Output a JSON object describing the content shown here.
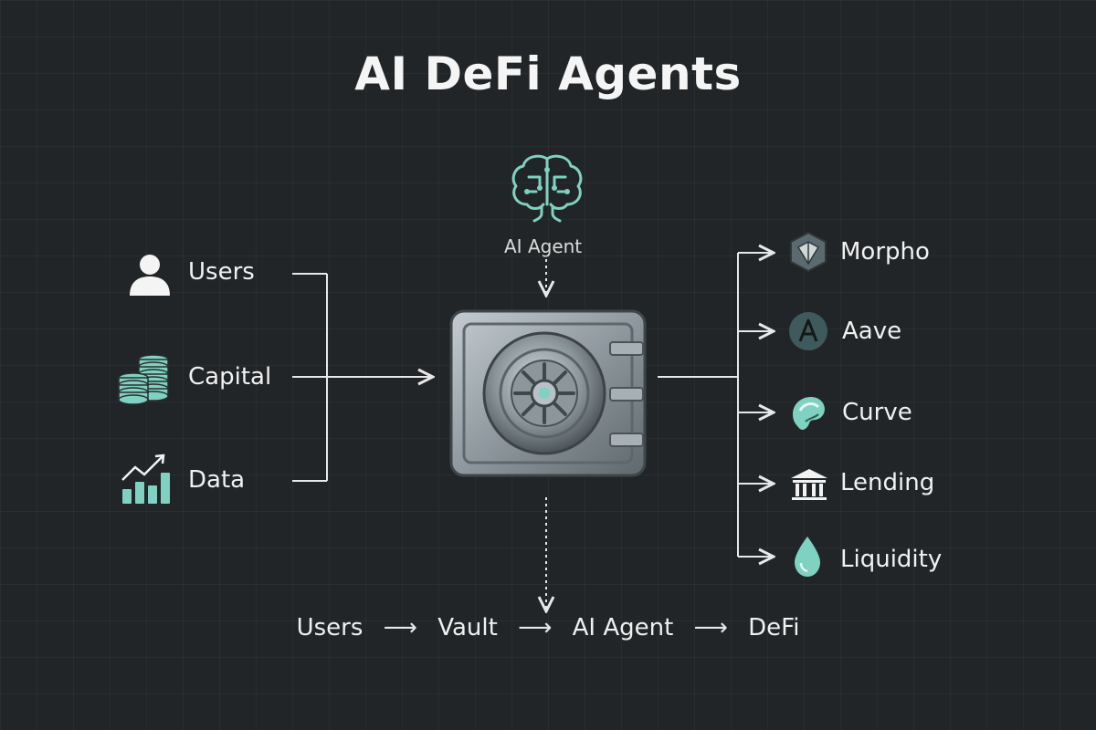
{
  "title": "AI DeFi Agents",
  "agent": {
    "label": "AI Agent",
    "icon": "brain-circuit-icon"
  },
  "vault": {
    "icon": "vault-icon"
  },
  "inputs": [
    {
      "label": "Users",
      "icon": "user-icon"
    },
    {
      "label": "Capital",
      "icon": "coin-stack-icon"
    },
    {
      "label": "Data",
      "icon": "bar-chart-icon"
    }
  ],
  "outputs": [
    {
      "label": "Morpho",
      "icon": "morpho-logo-icon"
    },
    {
      "label": "Aave",
      "icon": "aave-logo-icon"
    },
    {
      "label": "Curve",
      "icon": "curve-logo-icon"
    },
    {
      "label": "Lending",
      "icon": "bank-icon"
    },
    {
      "label": "Liquidity",
      "icon": "droplet-icon"
    }
  ],
  "flow": {
    "steps": [
      "Users",
      "Vault",
      "AI Agent",
      "DeFi"
    ],
    "separator": "⟶"
  },
  "colors": {
    "background": "#222527",
    "accent": "#7fd1c1",
    "line": "#e8e8e8",
    "text": "#f2f2f2",
    "vault": "#9aa4aa"
  }
}
